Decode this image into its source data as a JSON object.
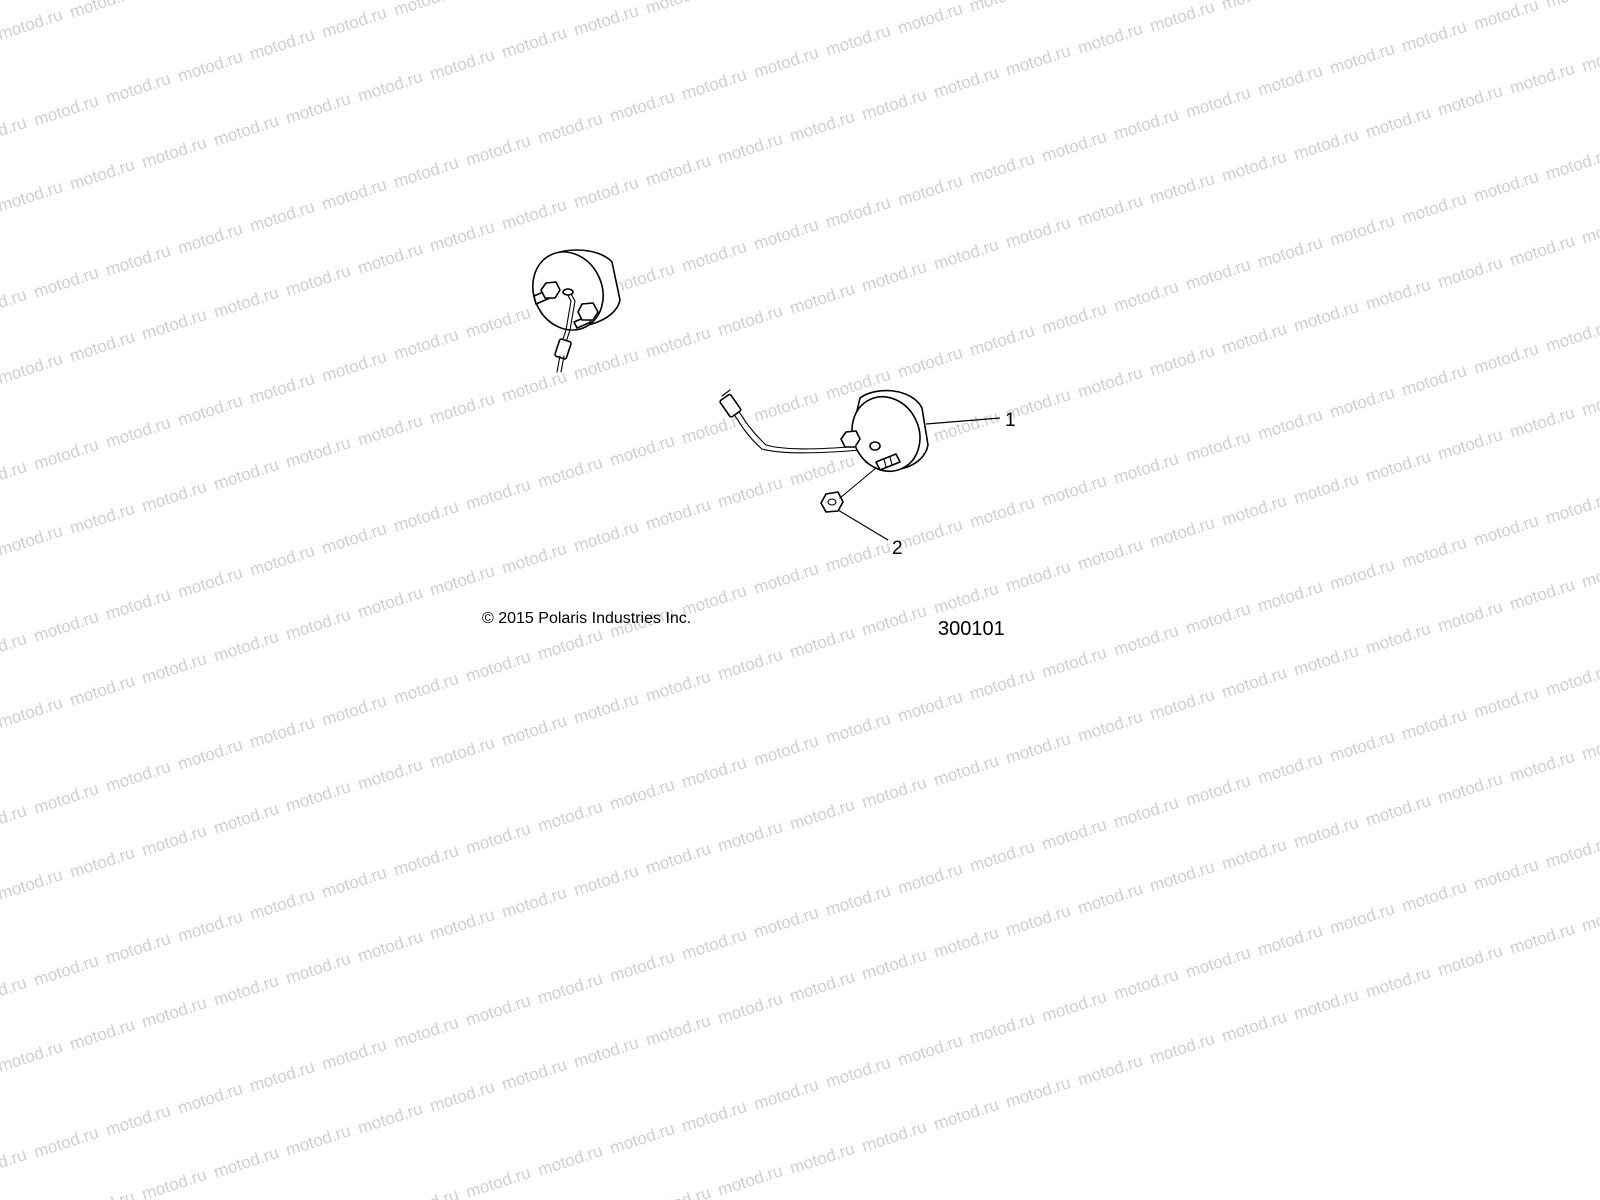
{
  "watermark": {
    "text": "motod.ru",
    "color": "#cfcfcf"
  },
  "callouts": [
    {
      "label": "1"
    },
    {
      "label": "2"
    }
  ],
  "copyright": "© 2015 Polaris Industries Inc.",
  "drawing_number": "300101",
  "colors": {
    "line": "#000000",
    "background": "#ffffff"
  }
}
